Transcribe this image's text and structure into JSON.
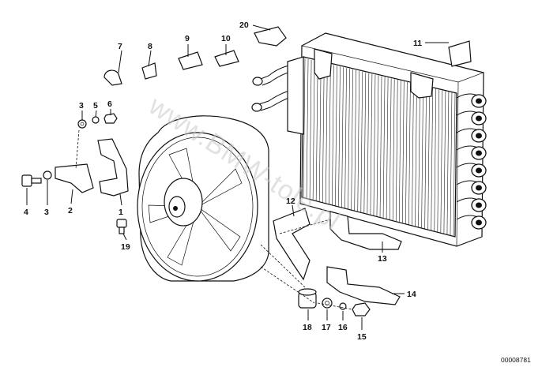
{
  "watermark": "www.BMW-tole.pl",
  "reference_number": "00008781",
  "callouts": {
    "c1": "1",
    "c2": "2",
    "c3a": "3",
    "c3b": "3",
    "c4": "4",
    "c5": "5",
    "c6": "6",
    "c7": "7",
    "c8": "8",
    "c9": "9",
    "c10": "10",
    "c11": "11",
    "c12": "12",
    "c13": "13",
    "c14": "14",
    "c15": "15",
    "c16": "16",
    "c17": "17",
    "c18": "18",
    "c19": "19",
    "c20": "20"
  }
}
